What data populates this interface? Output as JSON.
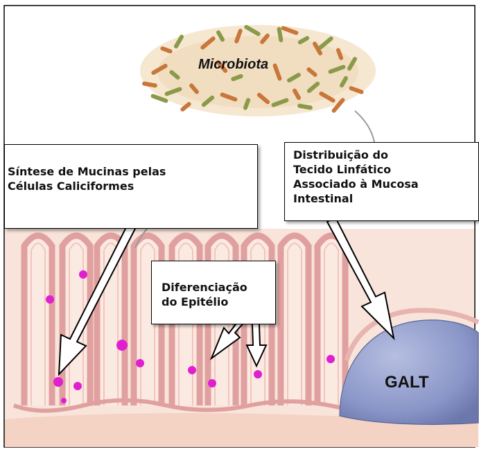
{
  "labels": {
    "microbiota": "Microbiota",
    "mucinas": [
      "Síntese de Mucinas pelas",
      "Células Caliciformes"
    ],
    "galt_dist": [
      "Distribuição do",
      "Tecido Linfático",
      "Associado à Mucosa",
      "Intestinal"
    ],
    "epitelio": [
      "Diferenciação",
      "do Epitélio"
    ],
    "galt": "GALT"
  },
  "colors": {
    "frame": "#000000",
    "tissue_fill": "#f6dcd0",
    "villus_outline": "#e0a0a0",
    "goblet_cell": "#e020d0",
    "galt_node": "#8a96c8",
    "bacteria_brown": "#c8763a",
    "bacteria_olive": "#8a9a4a"
  }
}
